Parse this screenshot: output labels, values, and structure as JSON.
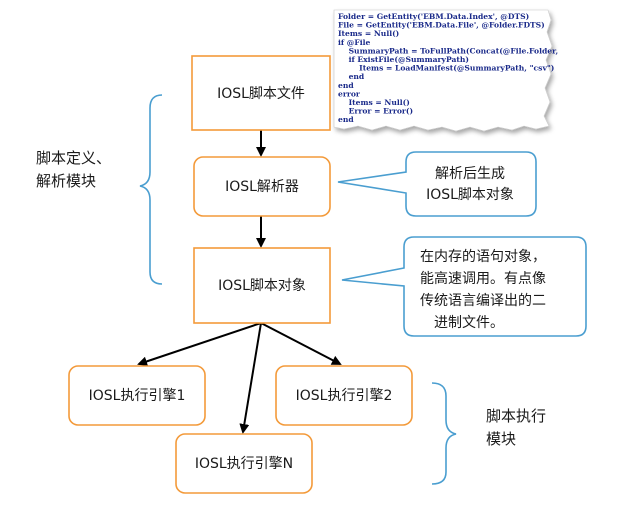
{
  "colors": {
    "box_border": "#f39a3a",
    "bubble_border": "#4a9ed0",
    "brace": "#4a9ed0",
    "arrow": "#000000",
    "code_text": "#1a2a8a"
  },
  "nodes": {
    "script_file": "IOSL脚本文件",
    "parser": "IOSL解析器",
    "script_object": "IOSL脚本对象",
    "engine_1": "IOSL执行引擎1",
    "engine_2": "IOSL执行引擎2",
    "engine_n": "IOSL执行引擎N"
  },
  "bubbles": {
    "parse_note": [
      "解析后生成",
      "IOSL脚本对象"
    ],
    "memory_note": [
      "在内存的语句对象，",
      "能高速调用。有点像",
      "传统语言编译出的二",
      "进制文件。"
    ]
  },
  "braces": {
    "definition_label": [
      "脚本定义、",
      "解析模块"
    ],
    "execution_label": [
      "脚本执行",
      "模块"
    ]
  },
  "code_snippet": {
    "lines": [
      "Folder = GetEntity('EBM.Data.Index', @DTS)",
      "File = GetEntity('EBM.Data.File', @Folder.FDTS)",
      "Items = Null()",
      "if @File",
      "  SummaryPath = ToFullPath(Concat(@File.Folder,",
      "  if ExistFile(@SummaryPath)",
      "    Items = LoadManifest(@SummaryPath, \"csv\")",
      "  end",
      "end",
      "error",
      "  Items = Null()",
      "  Error = Error()",
      "end"
    ]
  }
}
